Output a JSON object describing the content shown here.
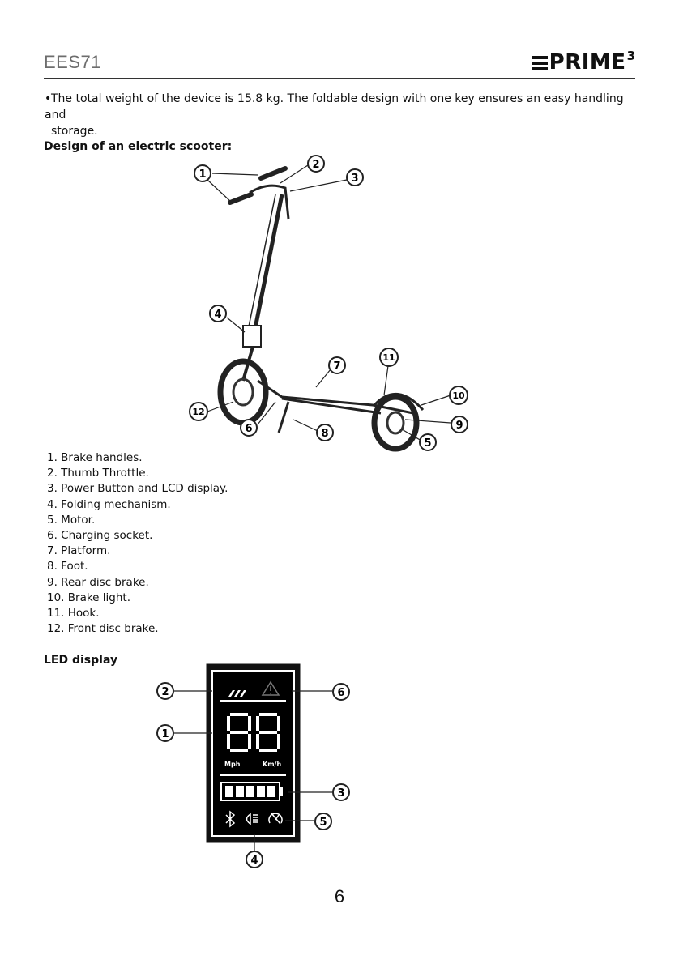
{
  "header": {
    "model": "EES71",
    "brand": "PRIME",
    "brand_sup": "3"
  },
  "intro": {
    "bullet": "•",
    "line1": "The total weight of the device is 15.8 kg. The foldable design with one key ensures an easy handling and",
    "line2": "storage."
  },
  "scooter_section": {
    "heading": "Design of an electric scooter:",
    "callout_numbers": [
      "1",
      "2",
      "3",
      "4",
      "5",
      "6",
      "7",
      "8",
      "9",
      "10",
      "11",
      "12"
    ]
  },
  "parts_list": [
    "1. Brake handles.",
    "2. Thumb Throttle.",
    "3. Power Button and LCD display.",
    "4. Folding mechanism.",
    "5. Motor.",
    "6. Charging socket.",
    "7. Platform.",
    "8. Foot.",
    "9. Rear disc brake.",
    "10. Brake light.",
    "11. Hook.",
    "12. Front disc brake."
  ],
  "led_section": {
    "heading": "LED display",
    "digits": "88",
    "unit_left": "Mph",
    "unit_right": "Km/h",
    "icons": [
      "bluetooth-icon",
      "headlight-icon",
      "cruise-control-icon",
      "warning-icon",
      "speed-mode-icon",
      "battery-icon"
    ],
    "callout_numbers": [
      "1",
      "2",
      "3",
      "4",
      "5",
      "6"
    ]
  },
  "footer": {
    "page_number": "6"
  }
}
